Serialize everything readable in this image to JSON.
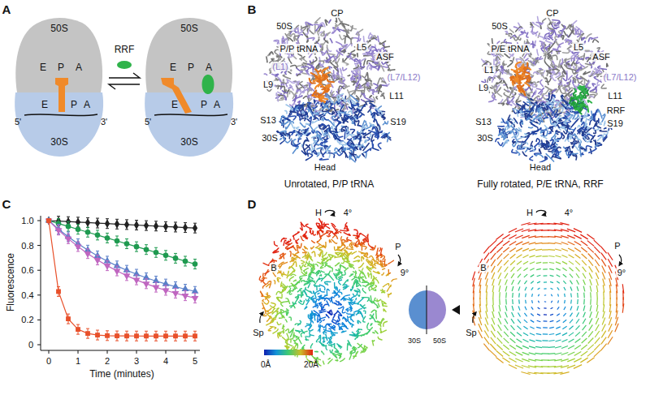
{
  "diagram": {
    "nodes": [
      {
        "text": [
          "50S",
          "E",
          "P",
          "A"
        ]
      },
      {
        "text": [
          "E",
          "P",
          "A",
          "30S"
        ]
      },
      {
        "text": [
          "50S",
          "E",
          "P",
          "A"
        ]
      },
      {
        "text": [
          "E",
          "P",
          "A",
          "30S"
        ]
      }
    ],
    "labels": [
      "A",
      "5'",
      "3'",
      "RRF",
      "5'",
      "3'",
      "B",
      "50S",
      "CP",
      "P/P tRNA",
      "L5",
      "ASF",
      "(L1)",
      "(L7/L12)",
      "L9",
      "L11",
      "S13",
      "S19",
      "30S",
      "Head",
      "Unrotated, P/P tRNA",
      "50S",
      "CP",
      "P/E tRNA",
      "L5",
      "ASF",
      "L1",
      "(L7/L12)",
      "L9",
      "L11",
      "RRF",
      "S13",
      "S19",
      "30S",
      "Head",
      "Fully rotated, P/E tRNA, RRF",
      "C",
      "Fluorescence",
      "1.0",
      "0.8",
      "0.6",
      "0.4",
      "0.2",
      "0",
      "0",
      "1",
      "2",
      "3",
      "4",
      "5",
      "Time (minutes)",
      "D",
      "H",
      "4°",
      "P",
      "9°",
      "B",
      "Sp",
      "0Å",
      "20Å",
      "30S",
      "50S",
      "H",
      "4°",
      "P",
      "9°",
      "B",
      "Sp"
    ]
  }
}
